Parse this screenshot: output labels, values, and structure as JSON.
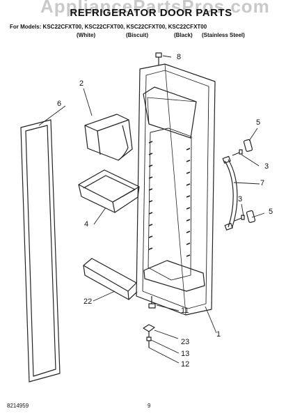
{
  "watermark": "AppliancePartsPros.com",
  "title": "REFRIGERATOR DOOR PARTS",
  "models_line": "For Models: KSC22CFXT00, KSC22CFXT00, KSC22CFXT00, KSC22CFXT00",
  "finishes": [
    "(White)",
    "(Biscuit)",
    "(Black)",
    "(Stainless Steel)"
  ],
  "callouts": [
    "8",
    "2",
    "6",
    "5",
    "3",
    "7",
    "3",
    "5",
    "4",
    "22",
    "11",
    "23",
    "13",
    "12",
    "1"
  ],
  "footer": {
    "doc_number": "8214959",
    "page_number": "9"
  }
}
